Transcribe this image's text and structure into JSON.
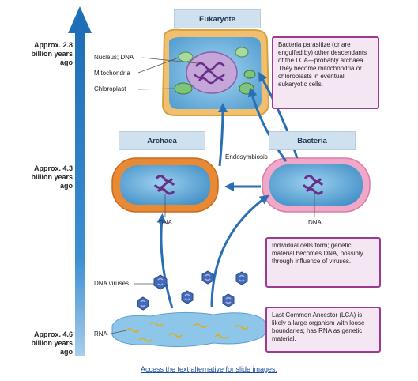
{
  "time_labels": [
    {
      "line1": "Approx. 2.8",
      "line2": "billion years",
      "line3": "ago"
    },
    {
      "line1": "Approx. 4.3",
      "line2": "billion years",
      "line3": "ago"
    },
    {
      "line1": "Approx. 4.6",
      "line2": "billion years",
      "line3": "ago"
    }
  ],
  "headers": {
    "eukaryote": "Eukaryote",
    "archaea": "Archaea",
    "bacteria": "Bacteria"
  },
  "labels": {
    "nucleus_dna": "Nucleus; DNA",
    "mitochondria": "Mitochondria",
    "chloroplast": "Chloroplast",
    "endosymbiosis": "Endosymbiosis",
    "archaea_dna": "DNA",
    "bacteria_dna": "DNA",
    "dna_viruses": "DNA viruses",
    "rna": "RNA"
  },
  "notes": {
    "eukaryote_note": "Bacteria parasitize (or are engulfed by) other descendants of the LCA—probably archaea. They become mitochondria or chloroplasts in eventual eukaryotic cells.",
    "cells_note": "Individual cells form; genetic material becomes DNA, possibly through influence of viruses.",
    "lca_note": "Last Common Ancestor (LCA) is likely a large organism with loose boundaries; has RNA as genetic material."
  },
  "access_link": "Access the text alternative for slide images.",
  "colors": {
    "timeline_arrow": "#1f6fb8",
    "flow_arrow": "#2a6fb5",
    "note_border": "#9c3a8f",
    "note_fill": "#f4e6f2",
    "header_fill": "#cfe0ee",
    "archaea_wall": "#e88a35",
    "bacteria_wall": "#e98ab2",
    "cell_interior": "#5fa7d6",
    "dna": "#6a2d8a"
  }
}
